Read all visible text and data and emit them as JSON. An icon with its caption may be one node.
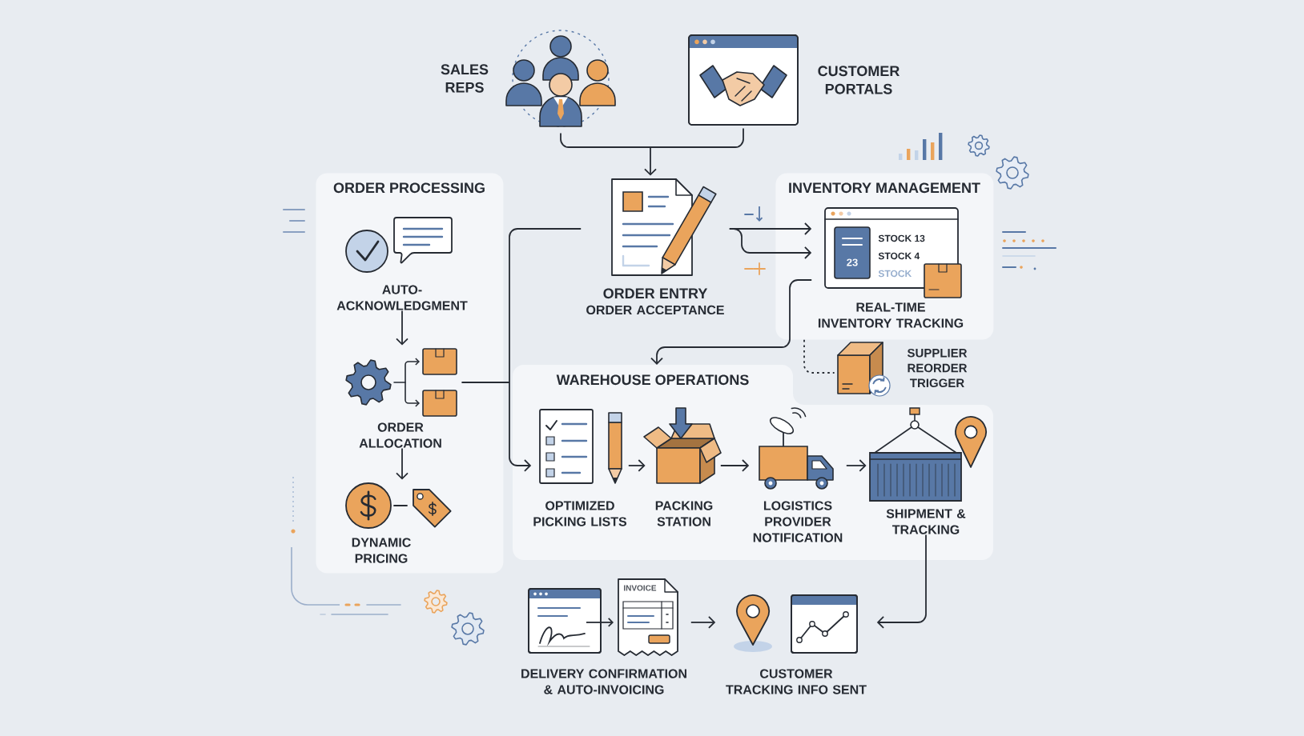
{
  "diagram": {
    "nodes": [
      {
        "text": [
          "SALES REPS"
        ]
      },
      {
        "text": [
          "CUSTOMER PORTALS"
        ]
      },
      {
        "text": [
          "ORDER PROCESSING"
        ]
      },
      {
        "text": [
          "AUTO- ACKNOWLEDGMENT"
        ],
        "in": 2
      },
      {
        "text": [
          "ORDER ALLOCATION"
        ],
        "in": 2
      },
      {
        "text": [
          "DYNAMIC PRICING"
        ],
        "in": 2
      },
      {
        "text": [
          "ORDER ENTRY",
          "ORDER ACCEPTANCE"
        ]
      },
      {
        "text": [
          "INVENTORY MANAGEMENT"
        ]
      },
      {
        "text": [
          "REAL-TIME INVENTORY TRACKING"
        ],
        "in": 7
      },
      {
        "text": [
          "SUPPLIER REORDER TRIGGER"
        ]
      },
      {
        "text": [
          "WAREHOUSE OPERATIONS"
        ]
      },
      {
        "text": [
          "OPTIMIZED PICKING LISTS"
        ],
        "in": 10
      },
      {
        "text": [
          "PACKING STATION"
        ],
        "in": 10
      },
      {
        "text": [
          "LOGISTICS PROVIDER NOTIFICATION"
        ],
        "in": 10
      },
      {
        "text": [
          "SHIPMENT & TRACKING"
        ],
        "in": 10
      },
      {
        "text": [
          "DELIVERY CONFIRMATION & AUTO-INVOICING"
        ]
      },
      {
        "text": [
          "CUSTOMER TRACKING INFO SENT"
        ]
      }
    ],
    "edges": [
      {
        "from": 0,
        "to": 6,
        "arrow": "to"
      },
      {
        "from": 1,
        "to": 6,
        "arrow": "to"
      },
      {
        "from": 6,
        "to": 11,
        "arrow": "to"
      },
      {
        "from": 4,
        "to": 11,
        "arrow": "to"
      },
      {
        "from": 6,
        "to": 8,
        "arrow": "to"
      },
      {
        "from": 6,
        "to": 8,
        "arrow": "to"
      },
      {
        "from": 8,
        "to": 10,
        "arrow": "to"
      },
      {
        "from": 7,
        "to": 9,
        "arrow": "none",
        "style": "dashed"
      },
      {
        "from": 3,
        "to": 4,
        "arrow": "to"
      },
      {
        "from": 4,
        "to": 5,
        "arrow": "to"
      },
      {
        "from": 11,
        "to": 12,
        "arrow": "to"
      },
      {
        "from": 12,
        "to": 13,
        "arrow": "to"
      },
      {
        "from": 13,
        "to": 14,
        "arrow": "to"
      },
      {
        "from": 14,
        "to": 16,
        "arrow": "to"
      },
      {
        "from": 15,
        "to": 16,
        "arrow": "to"
      }
    ],
    "labels": [
      "STOCK 13",
      "STOCK 4",
      "23",
      "STOCK",
      "INVOICE"
    ]
  }
}
